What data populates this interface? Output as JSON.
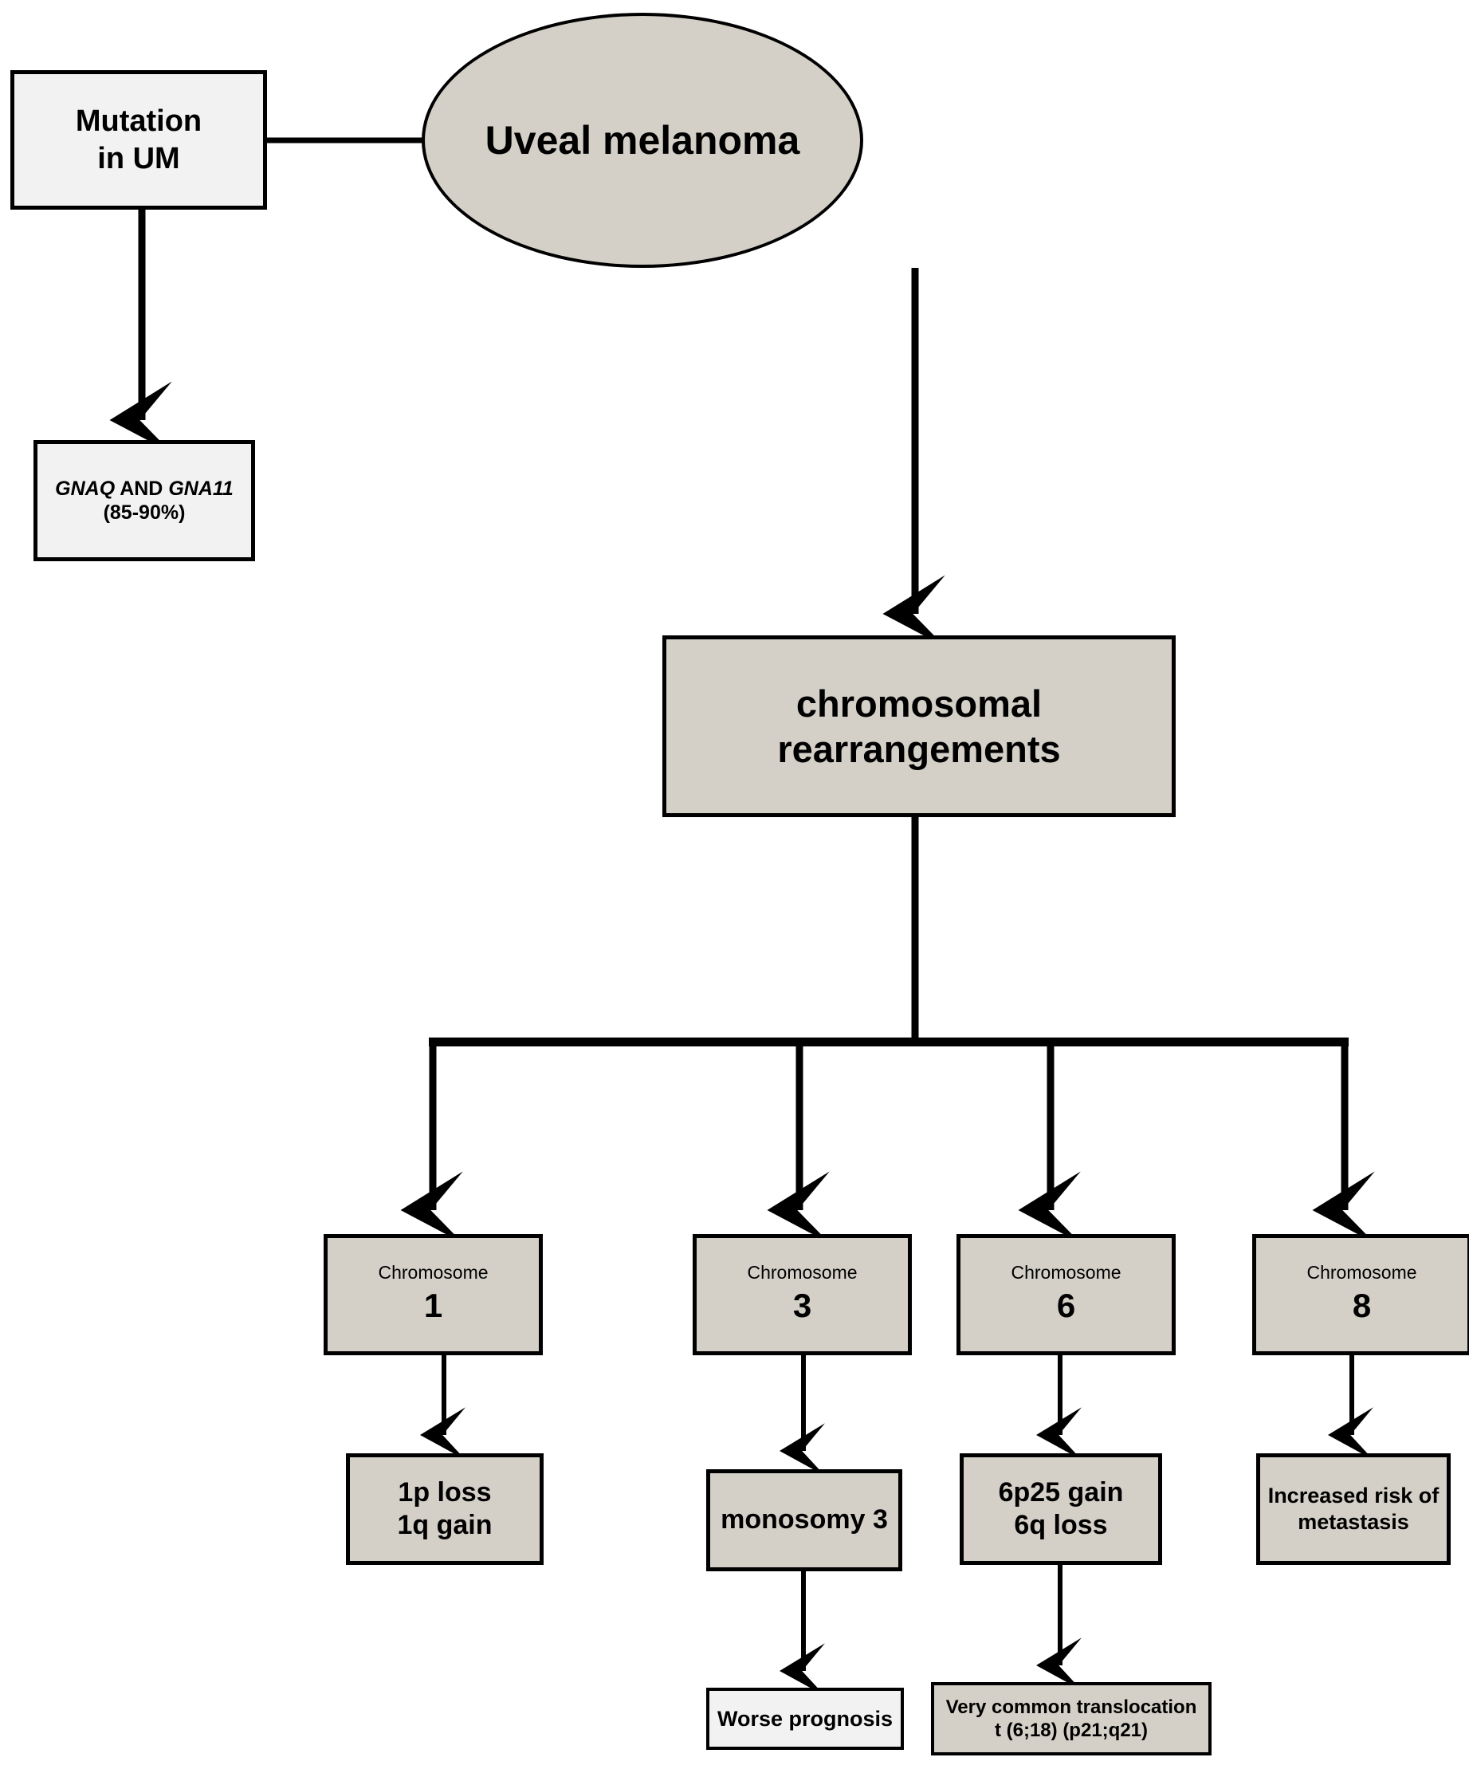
{
  "diagram": {
    "title_node": "Uveal melanoma",
    "background": "#ffffff",
    "colors": {
      "stroke": "#000000",
      "fill_light": "#f2f2f2",
      "fill_taupe": "#d4d0c8"
    }
  },
  "nodes": {
    "mutation": {
      "line1": "Mutation",
      "line2": "in UM"
    },
    "gnaq": {
      "gene1": "GNAQ",
      "conjunction": " AND ",
      "gene2": "GNA11",
      "percentage": "(85-90%)"
    },
    "uveal": {
      "label": "Uveal melanoma"
    },
    "rearrangements": {
      "line1": "chromosomal",
      "line2": "rearrangements"
    },
    "chromosomes": [
      {
        "label": "Chromosome",
        "number": "1"
      },
      {
        "label": "Chromosome",
        "number": "3"
      },
      {
        "label": "Chromosome",
        "number": "6"
      },
      {
        "label": "Chromosome",
        "number": "8"
      }
    ],
    "leaves": [
      {
        "line1": "1p loss",
        "line2": "1q gain"
      },
      {
        "line1": "monosomy 3",
        "line2": ""
      },
      {
        "line1": "6p25 gain",
        "line2": "6q loss"
      },
      {
        "line1": "Increased risk of",
        "line2": "metastasis"
      }
    ],
    "prognosis": {
      "label": "Worse prognosis"
    },
    "translocation": {
      "line1": "Very common translocation",
      "line2": "t (6;18) (p21;q21)"
    }
  }
}
